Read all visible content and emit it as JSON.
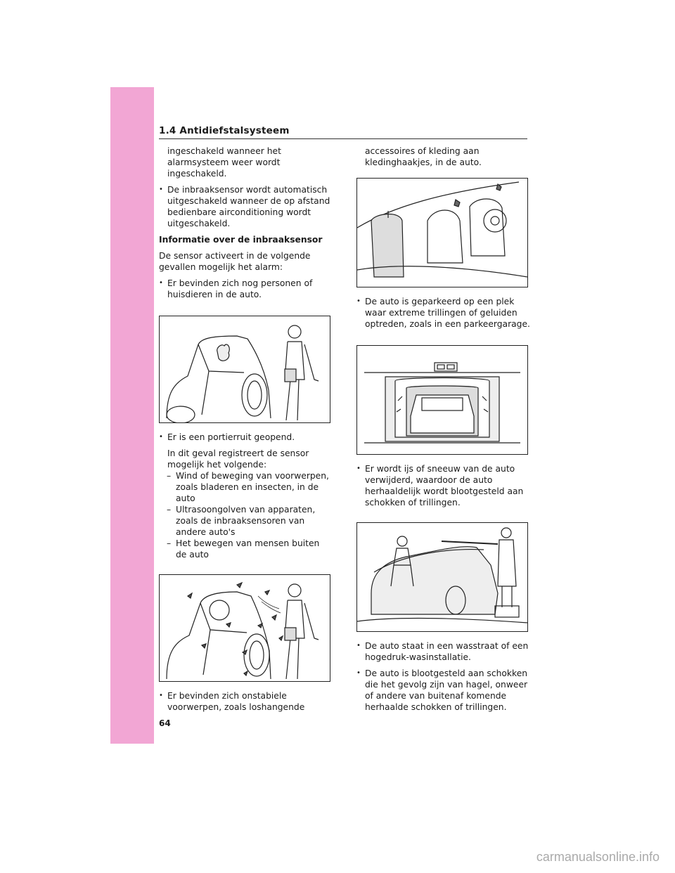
{
  "header": {
    "section_title": "1.4 Antidiefstalsysteem"
  },
  "page_number": "64",
  "left_column": {
    "intro_cont": "ingeschakeld wanneer het alarmsysteem weer wordt ingeschakeld.",
    "bullet_ac": "De inbraaksensor wordt automatisch uitgeschakeld wanneer de op afstand bedienbare airconditioning wordt uitgeschakeld.",
    "heading": "Informatie over de inbraaksensor",
    "sensor_intro": "De sensor activeert in de volgende gevallen mogelijk het alarm:",
    "bullet_persons": "Er bevinden zich nog personen of huisdieren in de auto.",
    "bullet_window": "Er is een portierruit geopend.",
    "window_detail": "In dit geval registreert de sensor mogelijk het volgende:",
    "dash_items": [
      "Wind of beweging van voorwerpen, zoals bladeren en insecten, in de auto",
      "Ultrasoongolven van apparaten, zoals de inbraaksensoren van andere auto's",
      "Het bewegen van mensen buiten de auto"
    ],
    "bullet_unstable": "Er bevinden zich onstabiele voorwerpen, zoals loshangende"
  },
  "right_column": {
    "unstable_cont": "accessoires of kleding aan kledinghaakjes, in de auto.",
    "bullet_vibration": "De auto is geparkeerd op een plek waar extreme trillingen of geluiden optreden, zoals in een parkeergarage.",
    "bullet_ice": "Er wordt ijs of sneeuw van de auto verwijderd, waardoor de auto herhaaldelijk wordt blootgesteld aan schokken of trillingen.",
    "bullet_carwash": "De auto staat in een wasstraat of een hogedruk-wasinstallatie.",
    "bullet_hail": "De auto is blootgesteld aan schokken die het gevolg zijn van hagel, onweer of andere van buitenaf komende herhaalde schokken of trillingen."
  },
  "watermark": "carmanualsonline.info"
}
